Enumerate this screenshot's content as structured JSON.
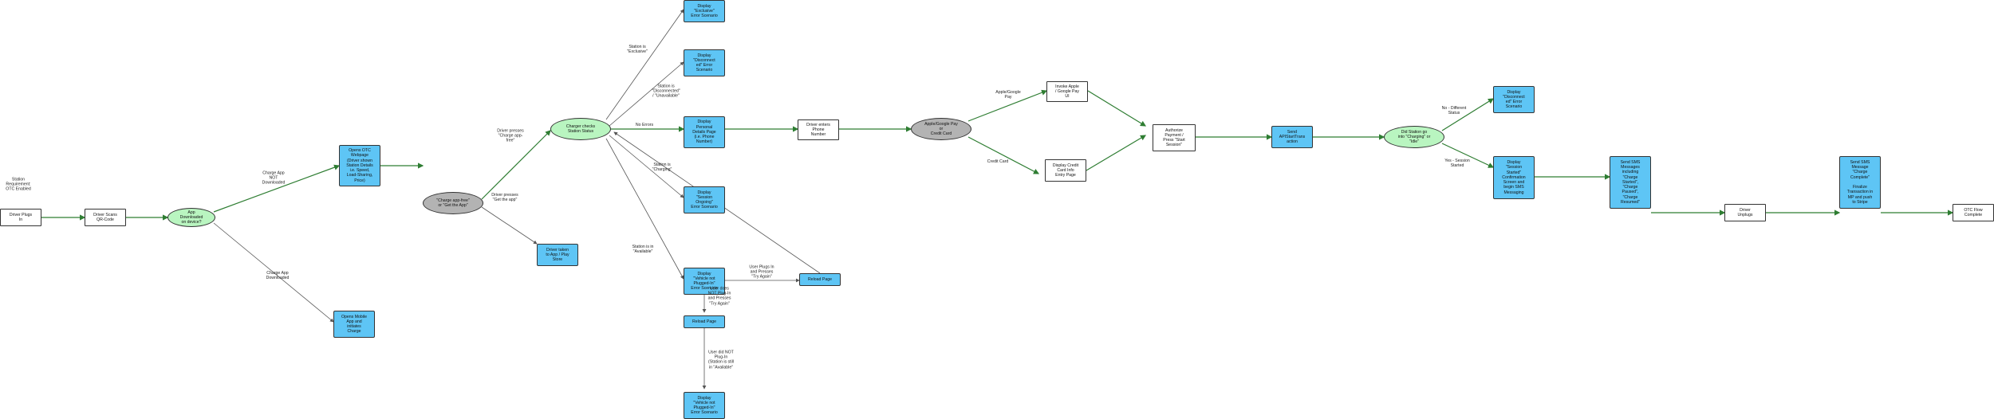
{
  "nodes": [
    {
      "id": "driver_plugs",
      "text": "Driver Plugs\nIn",
      "style": "white"
    },
    {
      "id": "driver_scans",
      "text": "Driver Scans\nQR-Code",
      "style": "white"
    },
    {
      "id": "app_downloaded",
      "text": "App\nDownloaded\non device?",
      "style": "green"
    },
    {
      "id": "opens_otc",
      "text": "Opens OTC\nWebpage\n(Driver shown\nStation Details\ni.e. Speed,\nLoad-Sharing,\nPrice)",
      "style": "blue"
    },
    {
      "id": "opens_mobile",
      "text": "Opens Mobile\nApp and\ninitiates\nCharge",
      "style": "blue"
    },
    {
      "id": "charge_here_q",
      "text": "\"Charge app-free\"\nor \"Get the App\"",
      "style": "gray"
    },
    {
      "id": "driver_taken_store",
      "text": "Driver taken\nto App / Play\nStore",
      "style": "blue"
    },
    {
      "id": "charger_checks",
      "text": "Charger checks\nStation Status",
      "style": "green"
    },
    {
      "id": "display_exclusive",
      "text": "Display\n\"Exclusive\"\nError Scenario",
      "style": "blue"
    },
    {
      "id": "display_disconnected",
      "text": "Display\n\"Disconnect\ned\" Error\nScenario",
      "style": "blue"
    },
    {
      "id": "display_personal",
      "text": "Display\nPersonal\nDetails Page\n(i.e. Phone\nNumber)",
      "style": "blue"
    },
    {
      "id": "display_session_ongoing",
      "text": "Display\n\"Session\nOngoing\"\nError Scenario",
      "style": "blue"
    },
    {
      "id": "display_vehicle_not_plugged",
      "text": "Display\n\"Vehicle not\nPlugged-In\"\nError Scenario",
      "style": "blue"
    },
    {
      "id": "reload_page_1",
      "text": "Reload Page",
      "style": "blue"
    },
    {
      "id": "reload_page_2",
      "text": "Reload Page",
      "style": "blue"
    },
    {
      "id": "display_vehicle_not_plugged_2",
      "text": "Display\n\"Vehicle not\nPlugged-In\"\nError Scenario",
      "style": "blue"
    },
    {
      "id": "driver_enters_phone",
      "text": "Driver enters\nPhone\nNumber",
      "style": "white"
    },
    {
      "id": "pay_method_q",
      "text": "Apple/Google Pay\nor\nCredit Card",
      "style": "gray"
    },
    {
      "id": "invoke_pay",
      "text": "Invoke Apple\n/ Google Pay\nUI",
      "style": "white"
    },
    {
      "id": "display_credit_card",
      "text": "Display Credit\nCard Info\nEntry Page",
      "style": "white"
    },
    {
      "id": "authorize_payment",
      "text": "Authorize\nPayment /\nPress \"Start\nSession\"",
      "style": "white"
    },
    {
      "id": "send_api",
      "text": "Send\nAPIStartTrans\naction",
      "style": "blue"
    },
    {
      "id": "did_station_go",
      "text": "Did Station go\ninto \"Charging\" or\n\"Idle\"",
      "style": "green"
    },
    {
      "id": "display_disconnected_2",
      "text": "Display\n\"Disconnect\ned\" Error\nScenario",
      "style": "blue"
    },
    {
      "id": "display_session_started",
      "text": "Display\n\"Session\nStarted\"\nConfirmation\nScreen and\nbegin SMS\nMessaging",
      "style": "blue"
    },
    {
      "id": "send_sms",
      "text": "Send SMS\nMessages\nincluding\n\"Charge\nStarted\",\n\"Charge\nPaused\",\n\"Charge\nResumed\"",
      "style": "blue"
    },
    {
      "id": "driver_unplugs",
      "text": "Driver\nUnplugs",
      "style": "white"
    },
    {
      "id": "send_sms_complete",
      "text": "Send SMS\nMessage\n\"Charge\nComplete\"\n\nFinalize\nTransaction in\nMP and push\nto Stripe",
      "style": "blue"
    },
    {
      "id": "otc_complete",
      "text": "OTC Flow\nComplete",
      "style": "white"
    }
  ],
  "edge_labels": [
    {
      "id": "station_requirements",
      "text": "Station\nRequirement:\nOTC Enabled"
    },
    {
      "id": "charge_app_not_downloaded",
      "text": "Charge App\nNOT\nDownloaded"
    },
    {
      "id": "charge_app_downloaded",
      "text": "Charge App\nDownloaded"
    },
    {
      "id": "driver_presses_charge",
      "text": "Driver presses\n\"Charge app-\nfree\""
    },
    {
      "id": "driver_presses_get",
      "text": "Driver presses\n\"Get the app\""
    },
    {
      "id": "station_exclusive",
      "text": "Station is\n\"Exclusive\""
    },
    {
      "id": "station_disconnected",
      "text": "Station is\n\"Disconnected\"\n/ \"Unavailable\""
    },
    {
      "id": "no_errors",
      "text": "No Errors"
    },
    {
      "id": "station_charging",
      "text": "Station is\n\"Charging\""
    },
    {
      "id": "station_available",
      "text": "Station is in\n\"Available\""
    },
    {
      "id": "user_plugs_in",
      "text": "User Plugs In\nand Presses\n\"Try Again\""
    },
    {
      "id": "user_does_not_plug",
      "text": "User does\nNOT Plug-In\nand Presses\n\"Try Again\""
    },
    {
      "id": "user_did_not_plug",
      "text": "User did NOT\nPlug-In\n(Station is still\nin \"Available\""
    },
    {
      "id": "apple_google_pay",
      "text": "Apple/Google\nPay"
    },
    {
      "id": "credit_card",
      "text": "Credit Card"
    },
    {
      "id": "no_different_status",
      "text": "No - Different\nStatus"
    },
    {
      "id": "yes_session_started",
      "text": "Yes - Session\nStarted"
    }
  ],
  "colors": {
    "blue": "#5ec5f5",
    "green_fill": "#b9f5c0",
    "gray_fill": "#b3b3b3",
    "green_edge": "#2e7d32",
    "gray_edge": "#555555"
  }
}
